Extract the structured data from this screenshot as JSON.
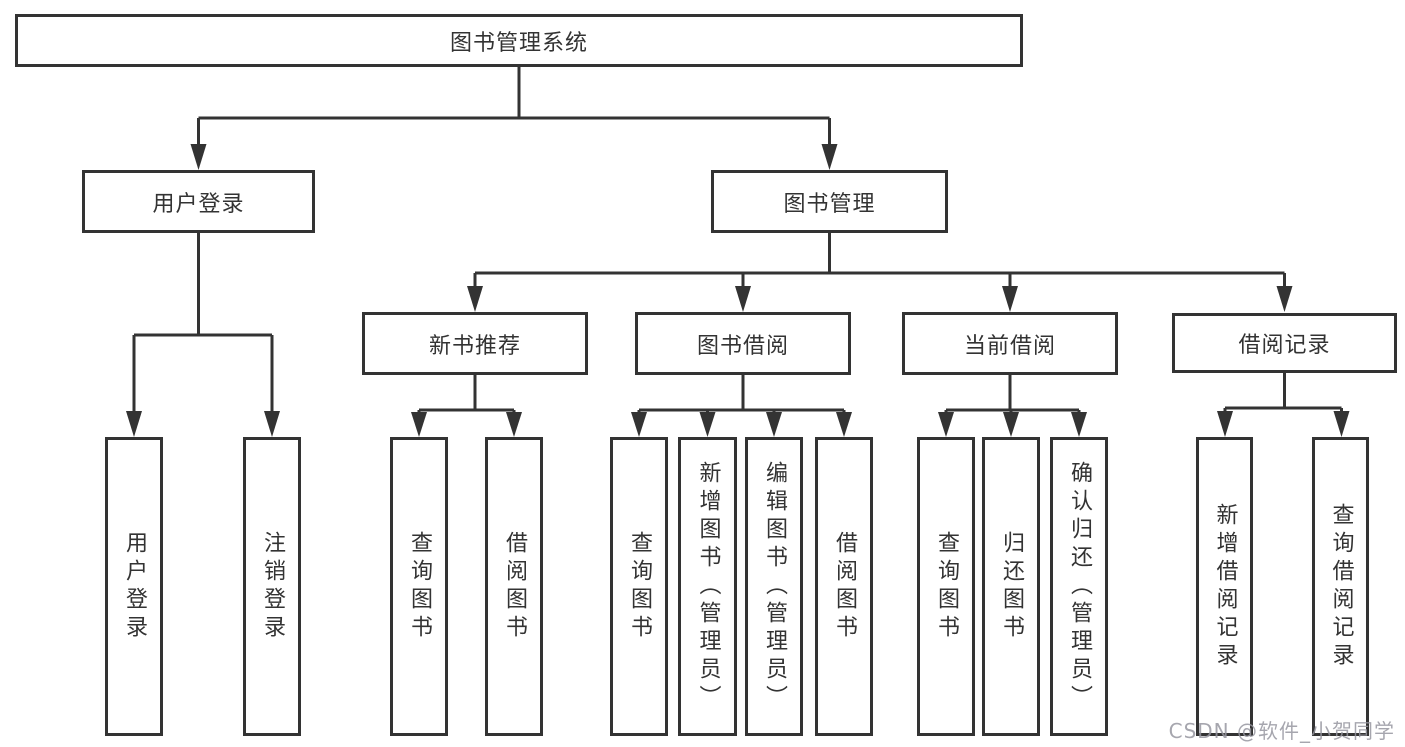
{
  "diagram": {
    "root": {
      "label": "图书管理系统"
    },
    "level2": [
      {
        "label": "用户登录"
      },
      {
        "label": "图书管理"
      }
    ],
    "level3": [
      {
        "label": "新书推荐"
      },
      {
        "label": "图书借阅"
      },
      {
        "label": "当前借阅"
      },
      {
        "label": "借阅记录"
      }
    ],
    "leaves": {
      "user_login": [
        "用户登录",
        "注销登录"
      ],
      "new_book": [
        "查询图书",
        "借阅图书"
      ],
      "borrow": [
        "查询图书",
        "新增图书（管理员）",
        "编辑图书（管理员）",
        "借阅图书"
      ],
      "current": [
        "查询图书",
        "归还图书",
        "确认归还（管理员）"
      ],
      "records": [
        "新增借阅记录",
        "查询借阅记录"
      ]
    },
    "watermark": "CSDN @软件_小贺同学",
    "colors": {
      "line": "#333333",
      "box_fill": "#ffffff",
      "text": "#333333",
      "watermark": "#9a9aa6"
    }
  }
}
